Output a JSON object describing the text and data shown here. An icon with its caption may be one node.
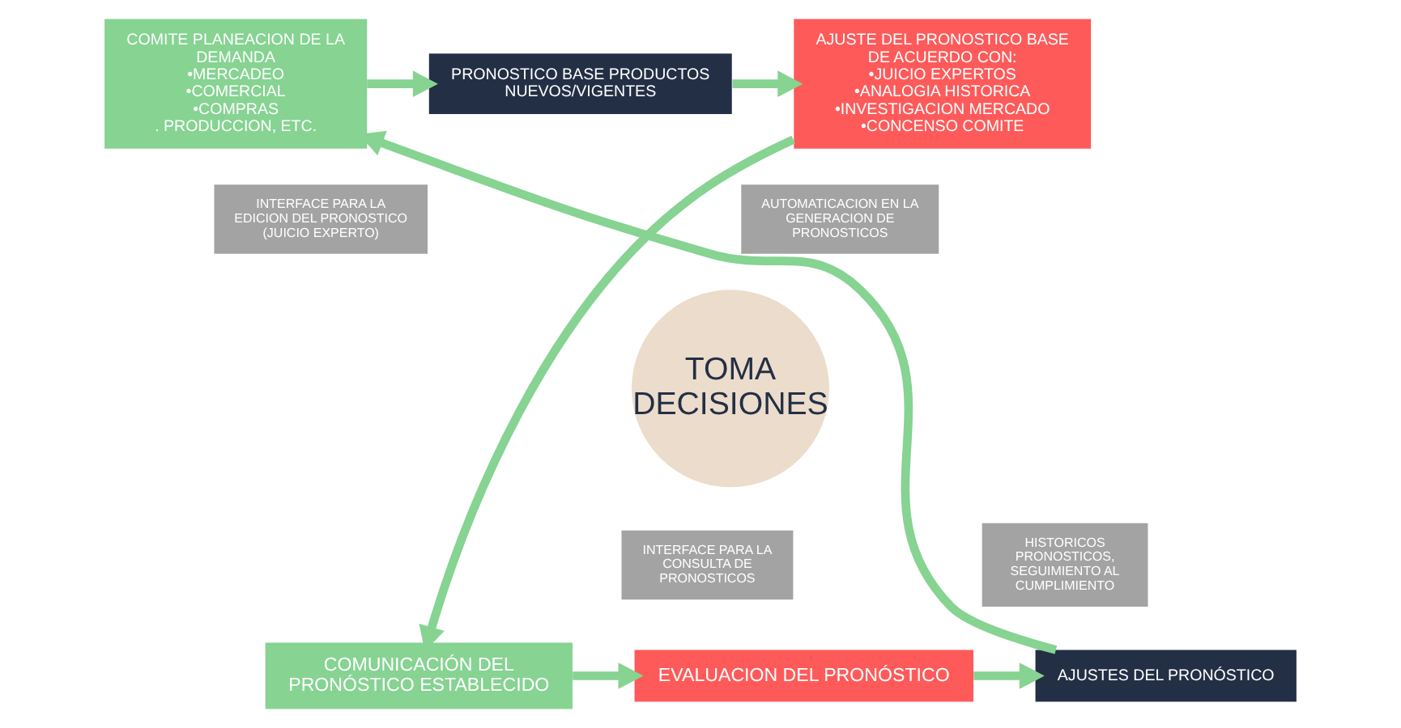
{
  "diagram": {
    "nodes": [
      {
        "text": [
          "COMITE PLANEACION DE LA DEMANDA",
          "•MERCADEO",
          "•COMERCIAL",
          "•COMPRAS",
          ". PRODUCCION, ETC."
        ]
      },
      {
        "text": [
          "PRONOSTICO BASE PRODUCTOS NUEVOS/VIGENTES"
        ]
      },
      {
        "text": [
          "AJUSTE DEL PRONOSTICO BASE DE ACUERDO CON:",
          "•JUICIO EXPERTOS",
          "•ANALOGIA HISTORICA",
          "•INVESTIGACION MERCADO",
          "•CONCENSO COMITE"
        ]
      },
      {
        "text": [
          "COMUNICACIÓN DEL PRONÓSTICO ESTABLECIDO"
        ]
      },
      {
        "text": [
          "EVALUACION DEL PRONÓSTICO"
        ]
      },
      {
        "text": [
          "AJUSTES DEL PRONÓSTICO"
        ]
      },
      {
        "text": [
          "AUTOMATICACION EN LA GENERACION DE PRONOSTICOS"
        ]
      },
      {
        "text": [
          "INTERFACE PARA LA EDICION DEL PRONOSTICO (JUICIO EXPERTO)"
        ]
      },
      {
        "text": [
          "TOMA DECISIONES"
        ]
      },
      {
        "text": [
          "HISTORICOS PRONOSTICOS, SEGUIMIENTO AL CUMPLIMIENTO"
        ]
      },
      {
        "text": [
          "INTERFACE PARA LA CONSULTA DE PRONOSTICOS"
        ]
      }
    ],
    "edges": [
      {
        "from": 0,
        "to": 1,
        "arrow": "to"
      },
      {
        "from": 1,
        "to": 2,
        "arrow": "to"
      },
      {
        "from": 2,
        "to": 3,
        "arrow": "to"
      },
      {
        "from": 3,
        "to": 4,
        "arrow": "to"
      },
      {
        "from": 4,
        "to": 5,
        "arrow": "to"
      },
      {
        "from": 5,
        "to": 0,
        "arrow": "to"
      }
    ]
  }
}
